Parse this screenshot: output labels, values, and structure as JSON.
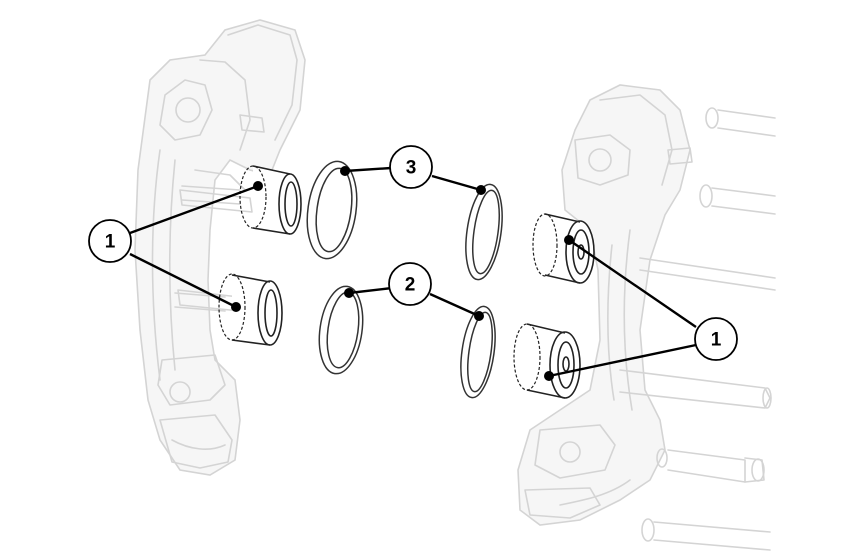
{
  "callouts": [
    {
      "id": "c1-left",
      "label": "1"
    },
    {
      "id": "c1-right",
      "label": "1"
    },
    {
      "id": "c2",
      "label": "2"
    },
    {
      "id": "c3",
      "label": "3"
    }
  ],
  "colors": {
    "ghost_outline": "#d4d4d4",
    "part_outline": "#222222",
    "leader": "#000000"
  }
}
